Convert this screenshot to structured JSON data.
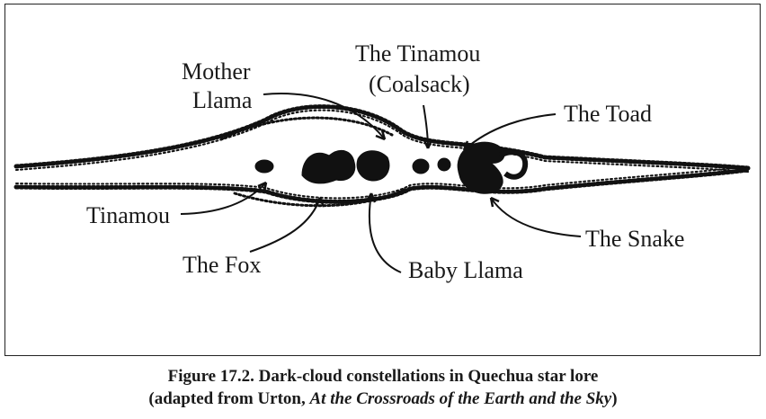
{
  "labels": {
    "tinamou_coalsack_line1": "The Tinamou",
    "tinamou_coalsack_line2": "(Coalsack)",
    "mother_llama_line1": "Mother",
    "mother_llama_line2": "Llama",
    "toad": "The Toad",
    "tinamou": "Tinamou",
    "snake": "The Snake",
    "fox": "The Fox",
    "baby_llama": "Baby Llama"
  },
  "caption": {
    "line1": "Figure 17.2. Dark-cloud constellations in Quechua star lore",
    "line2_open": "(adapted from Urton, ",
    "line2_title": "At the Crossroads of the Earth and the Sky",
    "line2_close": ")"
  },
  "colors": {
    "ink": "#111111",
    "border": "#222222"
  }
}
